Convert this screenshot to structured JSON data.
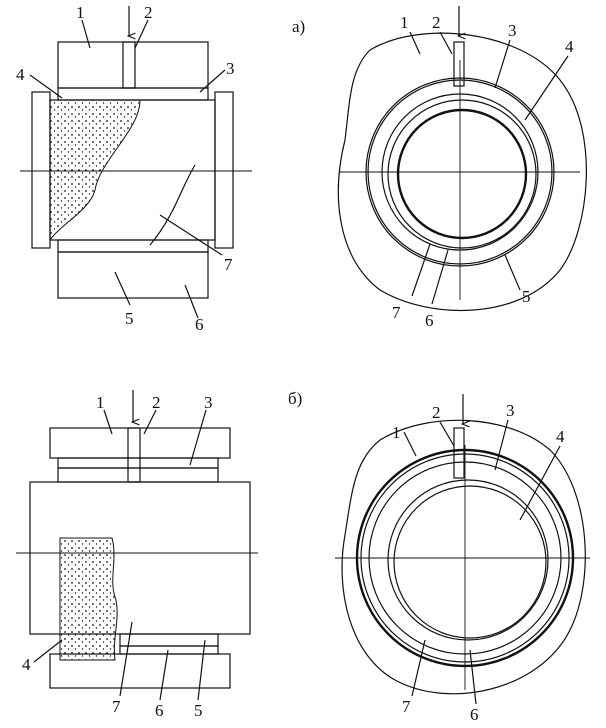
{
  "figure": {
    "variants": [
      {
        "id": "a",
        "label": "а)",
        "side_view_labels": [
          "1",
          "2",
          "3",
          "4",
          "5",
          "6",
          "7"
        ],
        "cross_section_labels": [
          "1",
          "2",
          "3",
          "4",
          "5",
          "6",
          "7"
        ]
      },
      {
        "id": "b",
        "label": "б)",
        "side_view_labels": [
          "1",
          "2",
          "3",
          "4",
          "5",
          "6",
          "7"
        ],
        "cross_section_labels": [
          "1",
          "2",
          "3",
          "4",
          "6",
          "7"
        ]
      }
    ]
  }
}
